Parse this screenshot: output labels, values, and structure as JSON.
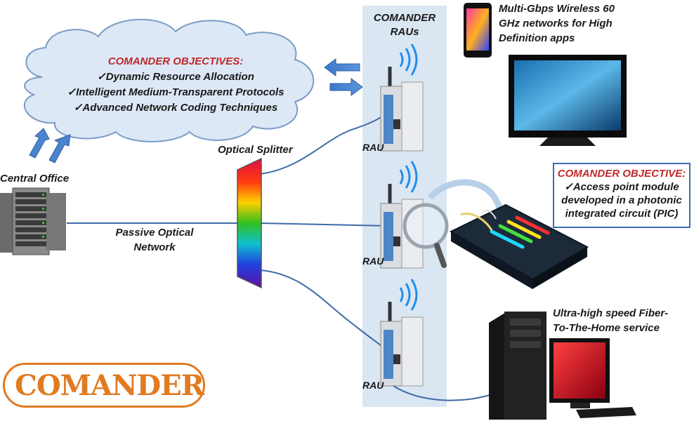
{
  "cloud": {
    "title": "COMANDER OBJECTIVES:",
    "items": [
      "✓Dynamic Resource Allocation",
      "✓Intelligent Medium-Transparent Protocols",
      "✓Advanced Network Coding Techniques"
    ]
  },
  "labels": {
    "central_office": "Central Office",
    "pon_line1": "Passive Optical",
    "pon_line2": "Network",
    "optical_splitter": "Optical Splitter",
    "rau_panel_line1": "COMANDER",
    "rau_panel_line2": "RAUs",
    "rau": "RAU",
    "wireless_line1": "Multi-Gbps Wireless 60",
    "wireless_line2": "GHz networks for High",
    "wireless_line3": "Definition apps",
    "ftth_line1": "Ultra-high speed Fiber-",
    "ftth_line2": "To-The-Home service"
  },
  "objective_box": {
    "title": "COMANDER OBJECTIVE:",
    "line1": "✓Access point module",
    "line2": "developed in a photonic",
    "line3": "integrated circuit (PIC)"
  },
  "logo": {
    "text": "COMANDER"
  },
  "colors": {
    "accent_blue": "#3b6cb2",
    "cloud_fill": "#dce8f5",
    "title_red": "#c0282a",
    "logo_orange": "#e07b22",
    "panel": "#dbe6f3"
  }
}
